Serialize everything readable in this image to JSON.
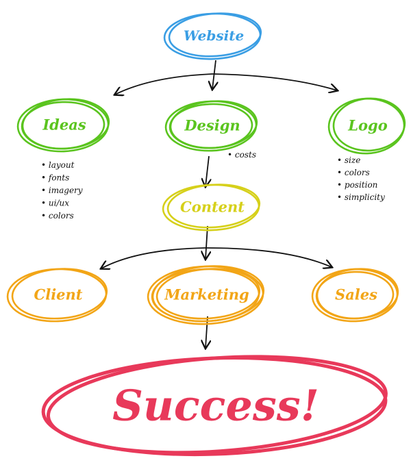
{
  "colors": {
    "blue": "#3a9ee4",
    "green": "#5ac41e",
    "yellow": "#d6d01a",
    "orange": "#f2a516",
    "red": "#e8395a",
    "ink": "#111111"
  },
  "nodes": {
    "website": {
      "label": "Website",
      "color": "blue"
    },
    "ideas": {
      "label": "Ideas",
      "color": "green"
    },
    "design": {
      "label": "Design",
      "color": "green"
    },
    "logo": {
      "label": "Logo",
      "color": "green"
    },
    "content": {
      "label": "Content",
      "color": "yellow"
    },
    "client": {
      "label": "Client",
      "color": "orange"
    },
    "marketing": {
      "label": "Marketing",
      "color": "orange"
    },
    "sales": {
      "label": "Sales",
      "color": "orange"
    },
    "success": {
      "label": "Success!",
      "color": "red"
    }
  },
  "bullets": {
    "ideas": [
      "layout",
      "fonts",
      "imagery",
      "ui/ux",
      "colors"
    ],
    "design": [
      "costs"
    ],
    "logo": [
      "size",
      "colors",
      "position",
      "simplicity"
    ]
  }
}
